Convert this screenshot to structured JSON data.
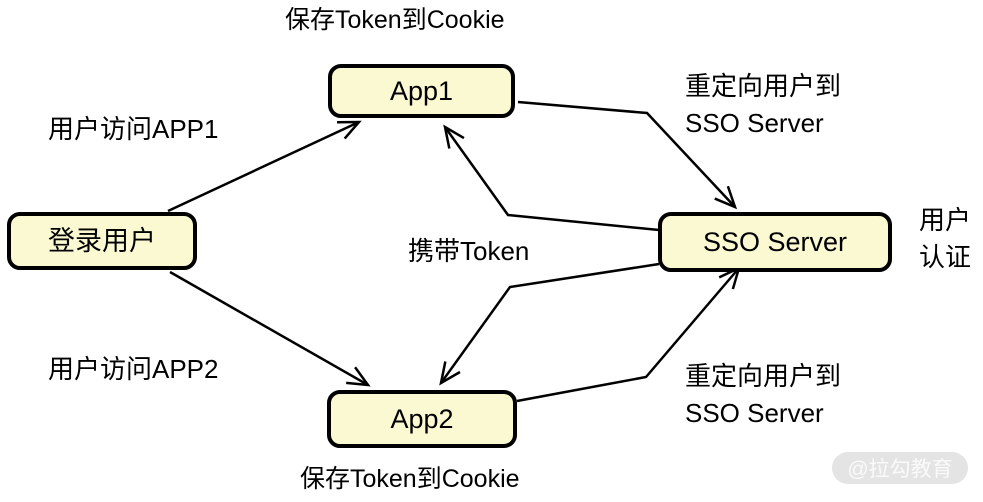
{
  "diagram": {
    "nodes": {
      "login_user": {
        "label": "登录用户"
      },
      "app1": {
        "label": "App1"
      },
      "app2": {
        "label": "App2"
      },
      "sso_server": {
        "label": "SSO Server"
      }
    },
    "labels": {
      "save_token_top": "保存Token到Cookie",
      "user_access_app1": "用户访问APP1",
      "redirect_top_line1": "重定向用户到",
      "redirect_top_line2": "SSO Server",
      "carry_token": "携带Token",
      "user_auth_line1": "用户",
      "user_auth_line2": "认证",
      "user_access_app2": "用户访问APP2",
      "redirect_bottom_line1": "重定向用户到",
      "redirect_bottom_line2": "SSO Server",
      "save_token_bottom": "保存Token到Cookie"
    },
    "edges": [
      {
        "from": "登录用户",
        "to": "App1",
        "label": "用户访问APP1"
      },
      {
        "from": "登录用户",
        "to": "App2",
        "label": "用户访问APP2"
      },
      {
        "from": "App1",
        "to": "SSO Server",
        "label": "重定向用户到 SSO Server"
      },
      {
        "from": "SSO Server",
        "to": "App1",
        "label": "携带Token"
      },
      {
        "from": "SSO Server",
        "to": "App2",
        "label": "携带Token"
      },
      {
        "from": "App2",
        "to": "SSO Server",
        "label": "重定向用户到 SSO Server"
      }
    ],
    "watermark": "@拉勾教育",
    "colors": {
      "node_fill": "#FBF9D2",
      "node_border": "#000000",
      "arrow": "#000000",
      "watermark_bg": "#E4E4E4",
      "watermark_text": "#FAFAFA"
    }
  }
}
